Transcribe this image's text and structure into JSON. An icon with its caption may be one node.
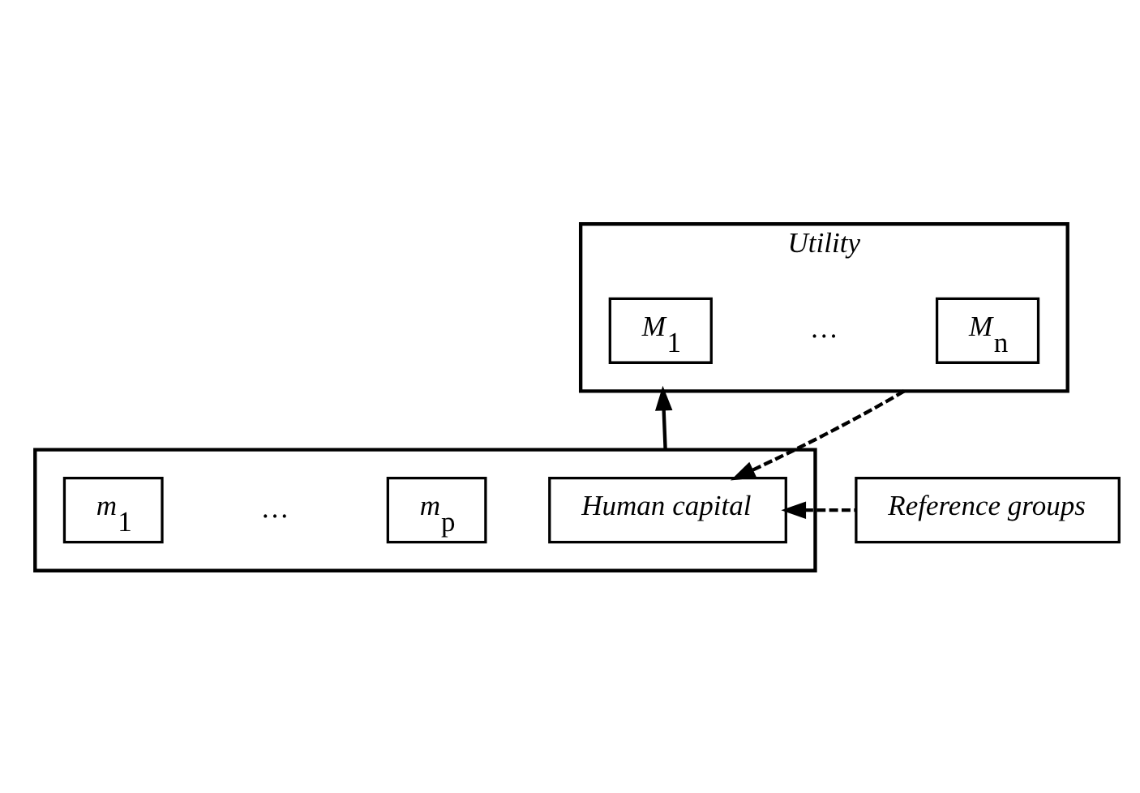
{
  "diagram": {
    "nodes": [
      {
        "text": [
          "Utility"
        ]
      },
      {
        "text": [
          "M$_{1}$"
        ],
        "in": 0
      },
      {
        "text": [
          "M$_{n}$"
        ],
        "in": 0
      },
      {
        "text": [],
        "shape": "box"
      },
      {
        "text": [
          "m$_{1}$"
        ],
        "in": 3
      },
      {
        "text": [
          "m$_{p}$"
        ],
        "in": 3
      },
      {
        "text": [
          "Human capital"
        ],
        "in": 3
      },
      {
        "text": [
          "Reference groups"
        ]
      }
    ],
    "edges": [
      {
        "from": 3,
        "to": 0,
        "arrow": "to"
      },
      {
        "from": 0,
        "to": 6,
        "arrow": "to",
        "style": "dashed"
      },
      {
        "from": 7,
        "to": 6,
        "arrow": "to",
        "style": "dashed"
      }
    ],
    "labels": [
      "…",
      "…"
    ]
  }
}
